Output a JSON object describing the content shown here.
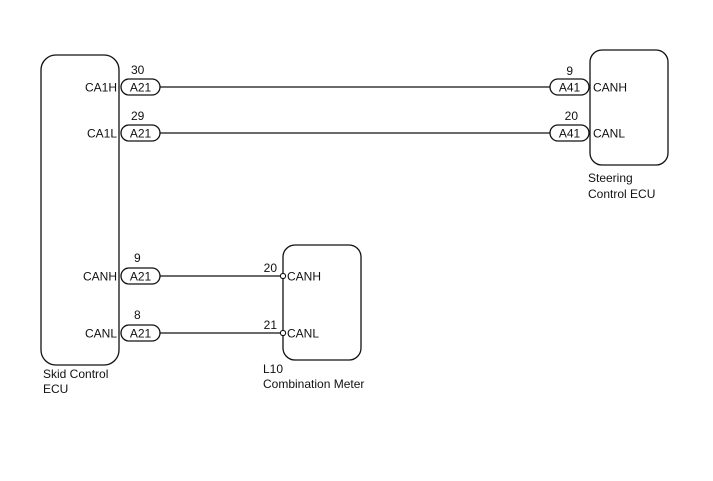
{
  "components": {
    "skid": {
      "name_line1": "Skid Control",
      "name_line2": "ECU"
    },
    "steering": {
      "name_line1": "Steering",
      "name_line2": "Control ECU"
    },
    "meter": {
      "code": "L10",
      "name": "Combination Meter"
    }
  },
  "wires": [
    {
      "from_pin_name": "CA1H",
      "from_connector": "A21",
      "from_pin": "30",
      "to_connector": "A41",
      "to_pin": "9",
      "to_pin_name": "CANH"
    },
    {
      "from_pin_name": "CA1L",
      "from_connector": "A21",
      "from_pin": "29",
      "to_connector": "A41",
      "to_pin": "20",
      "to_pin_name": "CANL"
    },
    {
      "from_pin_name": "CANH",
      "from_connector": "A21",
      "from_pin": "9",
      "to_pin": "20",
      "to_pin_name": "CANH"
    },
    {
      "from_pin_name": "CANL",
      "from_connector": "A21",
      "from_pin": "8",
      "to_pin": "21",
      "to_pin_name": "CANL"
    }
  ]
}
